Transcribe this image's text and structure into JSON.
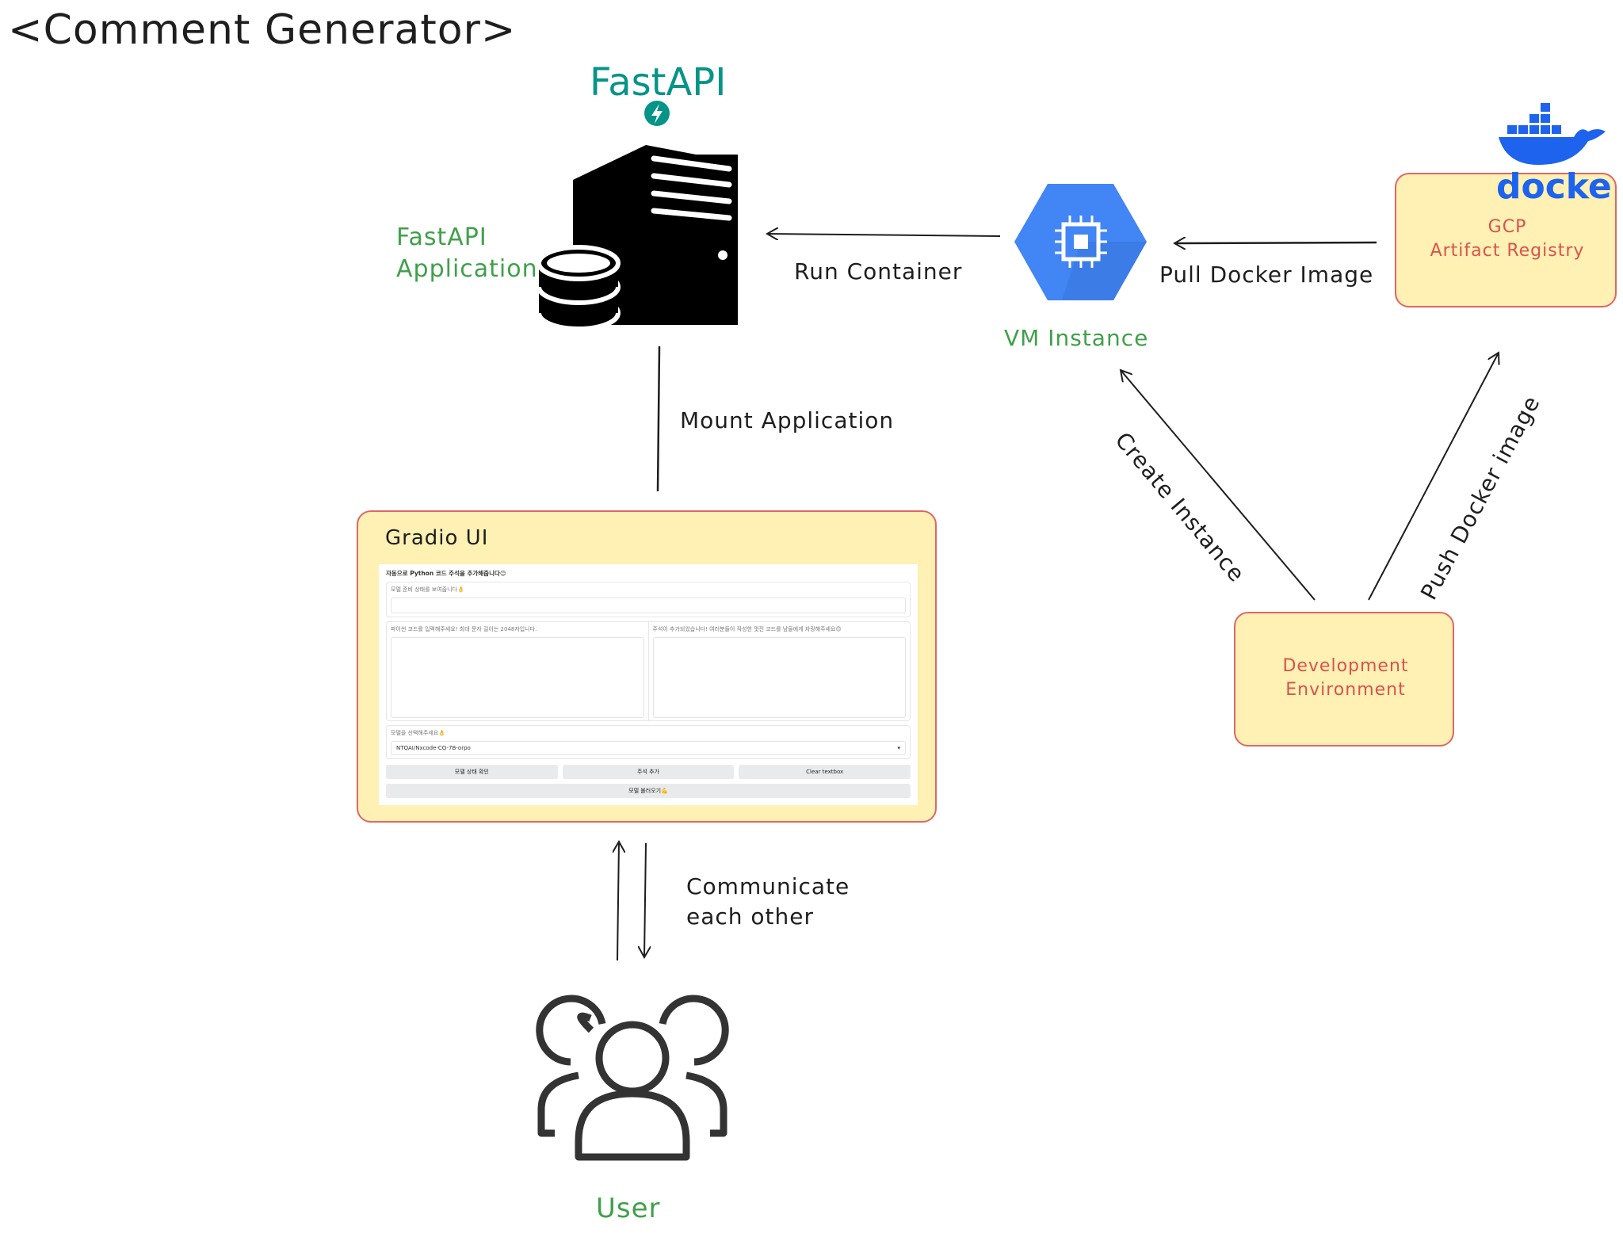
{
  "title": "<Comment Generator>",
  "fastapi_logo": {
    "text": "FastAPI",
    "color": "#059487",
    "icon": "lightning-bolt-icon"
  },
  "fastapi_app": {
    "label_line1": "FastAPI",
    "label_line2": "Application",
    "icon": "server-database-icon"
  },
  "run_container": "Run Container",
  "vm_instance": {
    "label": "VM Instance",
    "icon": "gcp-compute-engine-icon",
    "color": "#4285f4"
  },
  "pull_docker_image": "Pull Docker Image",
  "gcp_registry": {
    "line1": "GCP",
    "line2": "Artifact Registry",
    "logo": "docker",
    "logo_color": "#1d63ed"
  },
  "mount_application": "Mount Application",
  "gradio": {
    "label": "Gradio UI",
    "heading": "자동으로 Python 코드 주석을 추가해줍니다😊",
    "status_label": "모델 준비 상태를 보여줍니다👌",
    "status_value": "",
    "input_label": "파이썬 코드를 입력해주세요! 최대 문자 길이는 2048자입니다.",
    "output_label": "주석이 추가되었습니다! 여러분들이 작성한 멋진 코드를 남들에게 자랑해주세요😊",
    "model_label": "모델을 선택해주세요👌",
    "model_value": "NTQAI/Nxcode-CQ-7B-orpo",
    "buttons": [
      "모델 상태 확인",
      "주석 추가",
      "Clear textbox"
    ],
    "load_button": "모델 불러오기💪"
  },
  "communicate": {
    "line1": "Communicate",
    "line2": "each other"
  },
  "user": {
    "label": "User",
    "icon": "users-group-icon"
  },
  "dev_env": {
    "line1": "Development",
    "line2": "Environment"
  },
  "create_instance": "Create Instance",
  "push_docker_image": "Push Docker image",
  "colors": {
    "green": "#40a04a",
    "red": "#d9534f",
    "box_fill": "#fff0b3",
    "box_border": "#e06666"
  }
}
